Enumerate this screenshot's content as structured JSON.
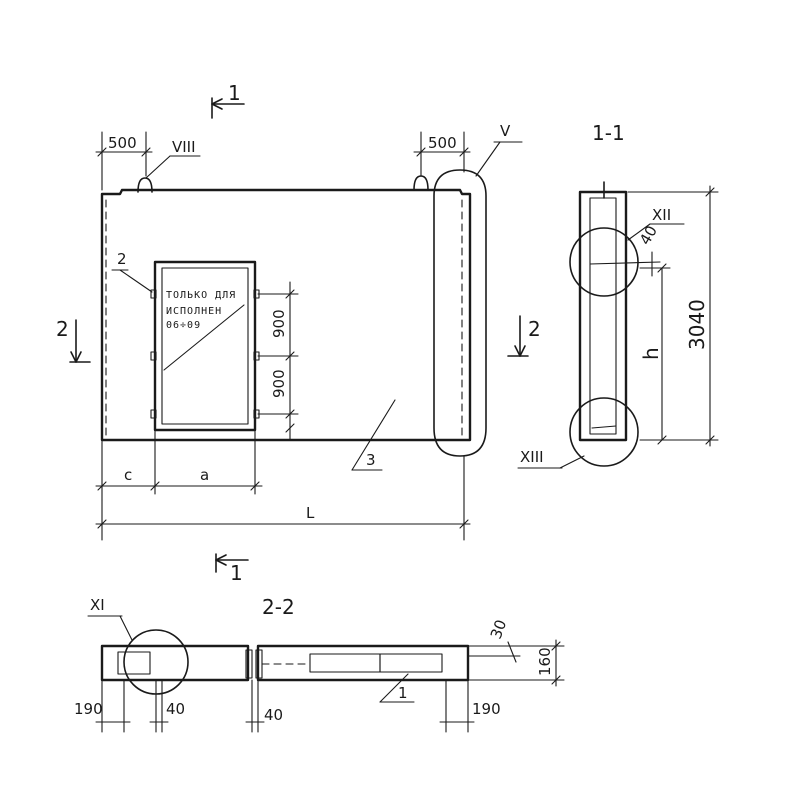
{
  "dims": {
    "d500_left": "500",
    "d500_right": "500",
    "d900_upper": "900",
    "d900_lower": "900",
    "d3040": "3040",
    "d40_section": "40",
    "d30": "30",
    "d160": "160",
    "d190_left": "190",
    "d40_a": "40",
    "d40_b": "40",
    "d190_right": "190"
  },
  "vars": {
    "c": "c",
    "a": "a",
    "L": "L",
    "h": "h"
  },
  "callouts": {
    "viii": "VIII",
    "v": "V",
    "xii": "XII",
    "xiii": "XIII",
    "xi": "XI",
    "pos_2": "2",
    "pos_3": "3",
    "pos_1": "1"
  },
  "sections": {
    "cut1_top": "1",
    "cut1_bottom": "1",
    "cut2_left": "2",
    "cut2_right": "2",
    "title_1_1": "1-1",
    "title_2_2": "2-2"
  },
  "note": {
    "line1": "ТОЛЬКО ДЛЯ",
    "line2": "ИСПОЛНЕН",
    "line3": "06÷09"
  }
}
